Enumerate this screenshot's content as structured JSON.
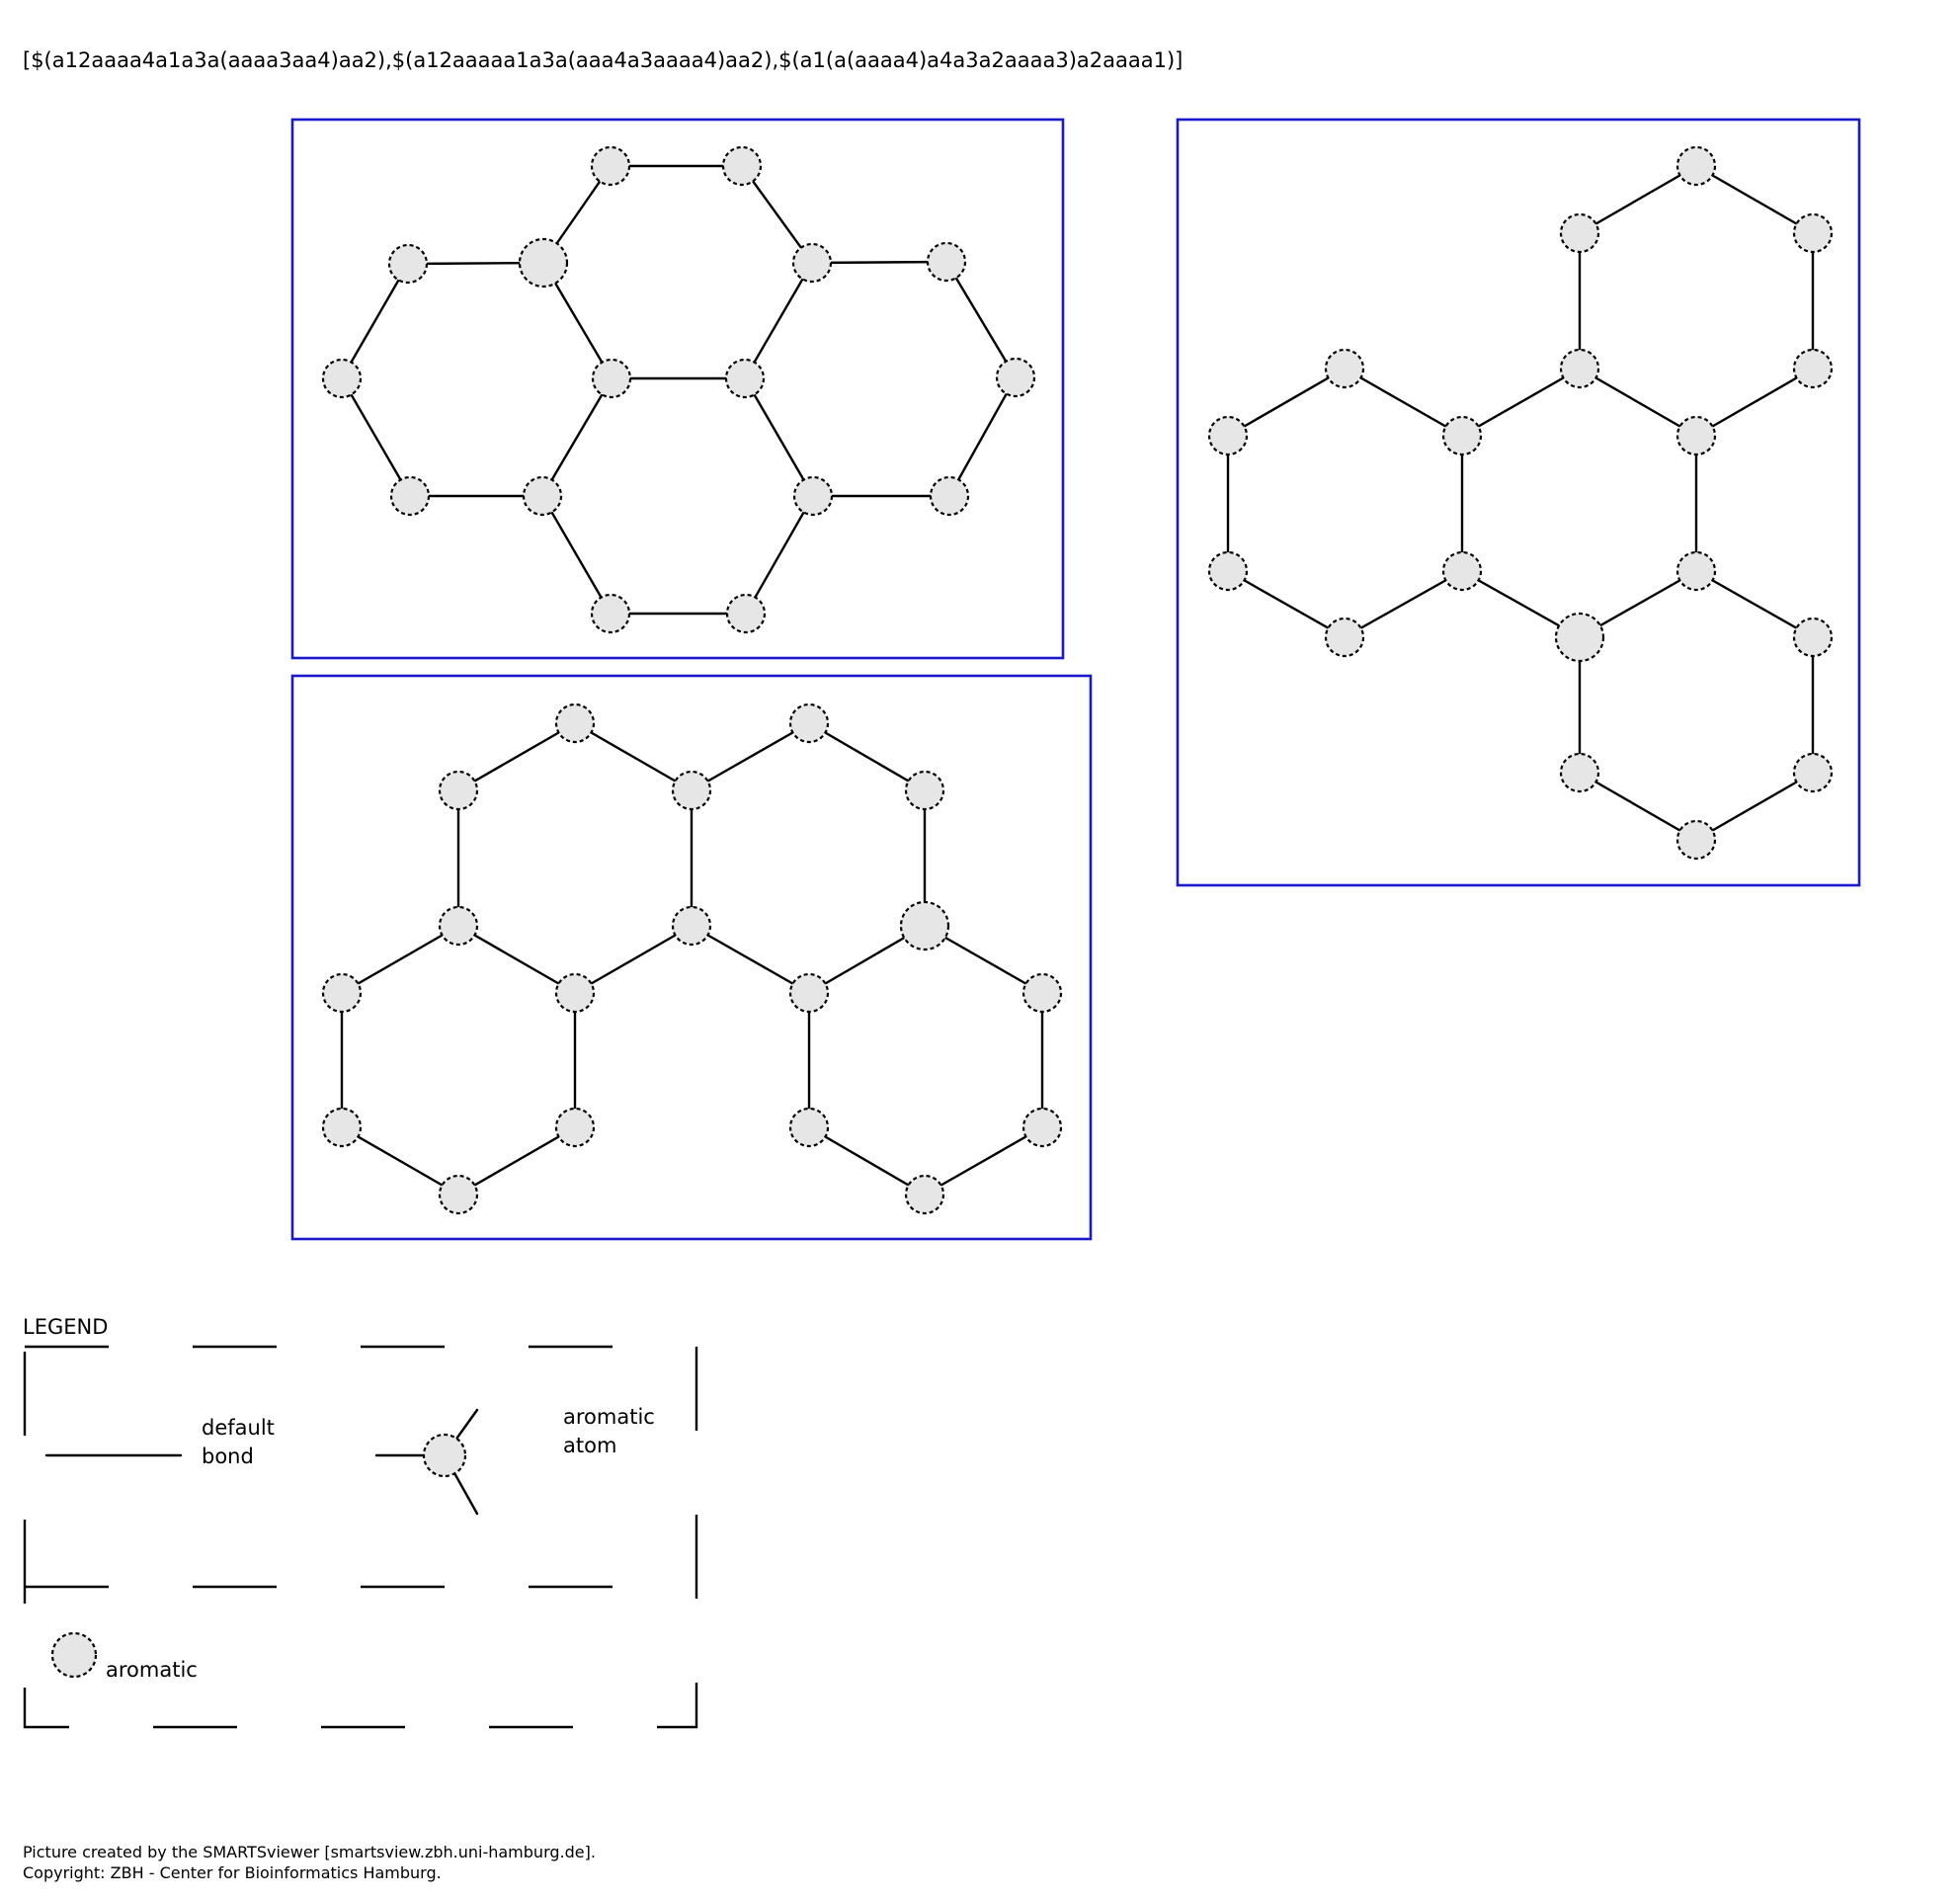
{
  "smarts": "[$(a12aaaa4a1a3a(aaaa3aa4)aa2),$(a12aaaaa1a3a(aaa4a3aaaa4)aa2),$(a1(a(aaaa4)a4a3a2aaaa3)a2aaaa1)]",
  "legend": {
    "title": "LEGEND",
    "bond_label_line1": "default",
    "bond_label_line2": "bond",
    "atom_label_line1": "aromatic",
    "atom_label_line2": "atom",
    "aromatic_label": "aromatic"
  },
  "footer": {
    "line1": "Picture created by the SMARTSviewer [smartsview.zbh.uni-hamburg.de].",
    "line2": "Copyright: ZBH - Center for Bioinformatics Hamburg."
  },
  "colors": {
    "frame": "#1a1acc",
    "atom_fill": "#e6e6e6",
    "line": "#000000"
  }
}
